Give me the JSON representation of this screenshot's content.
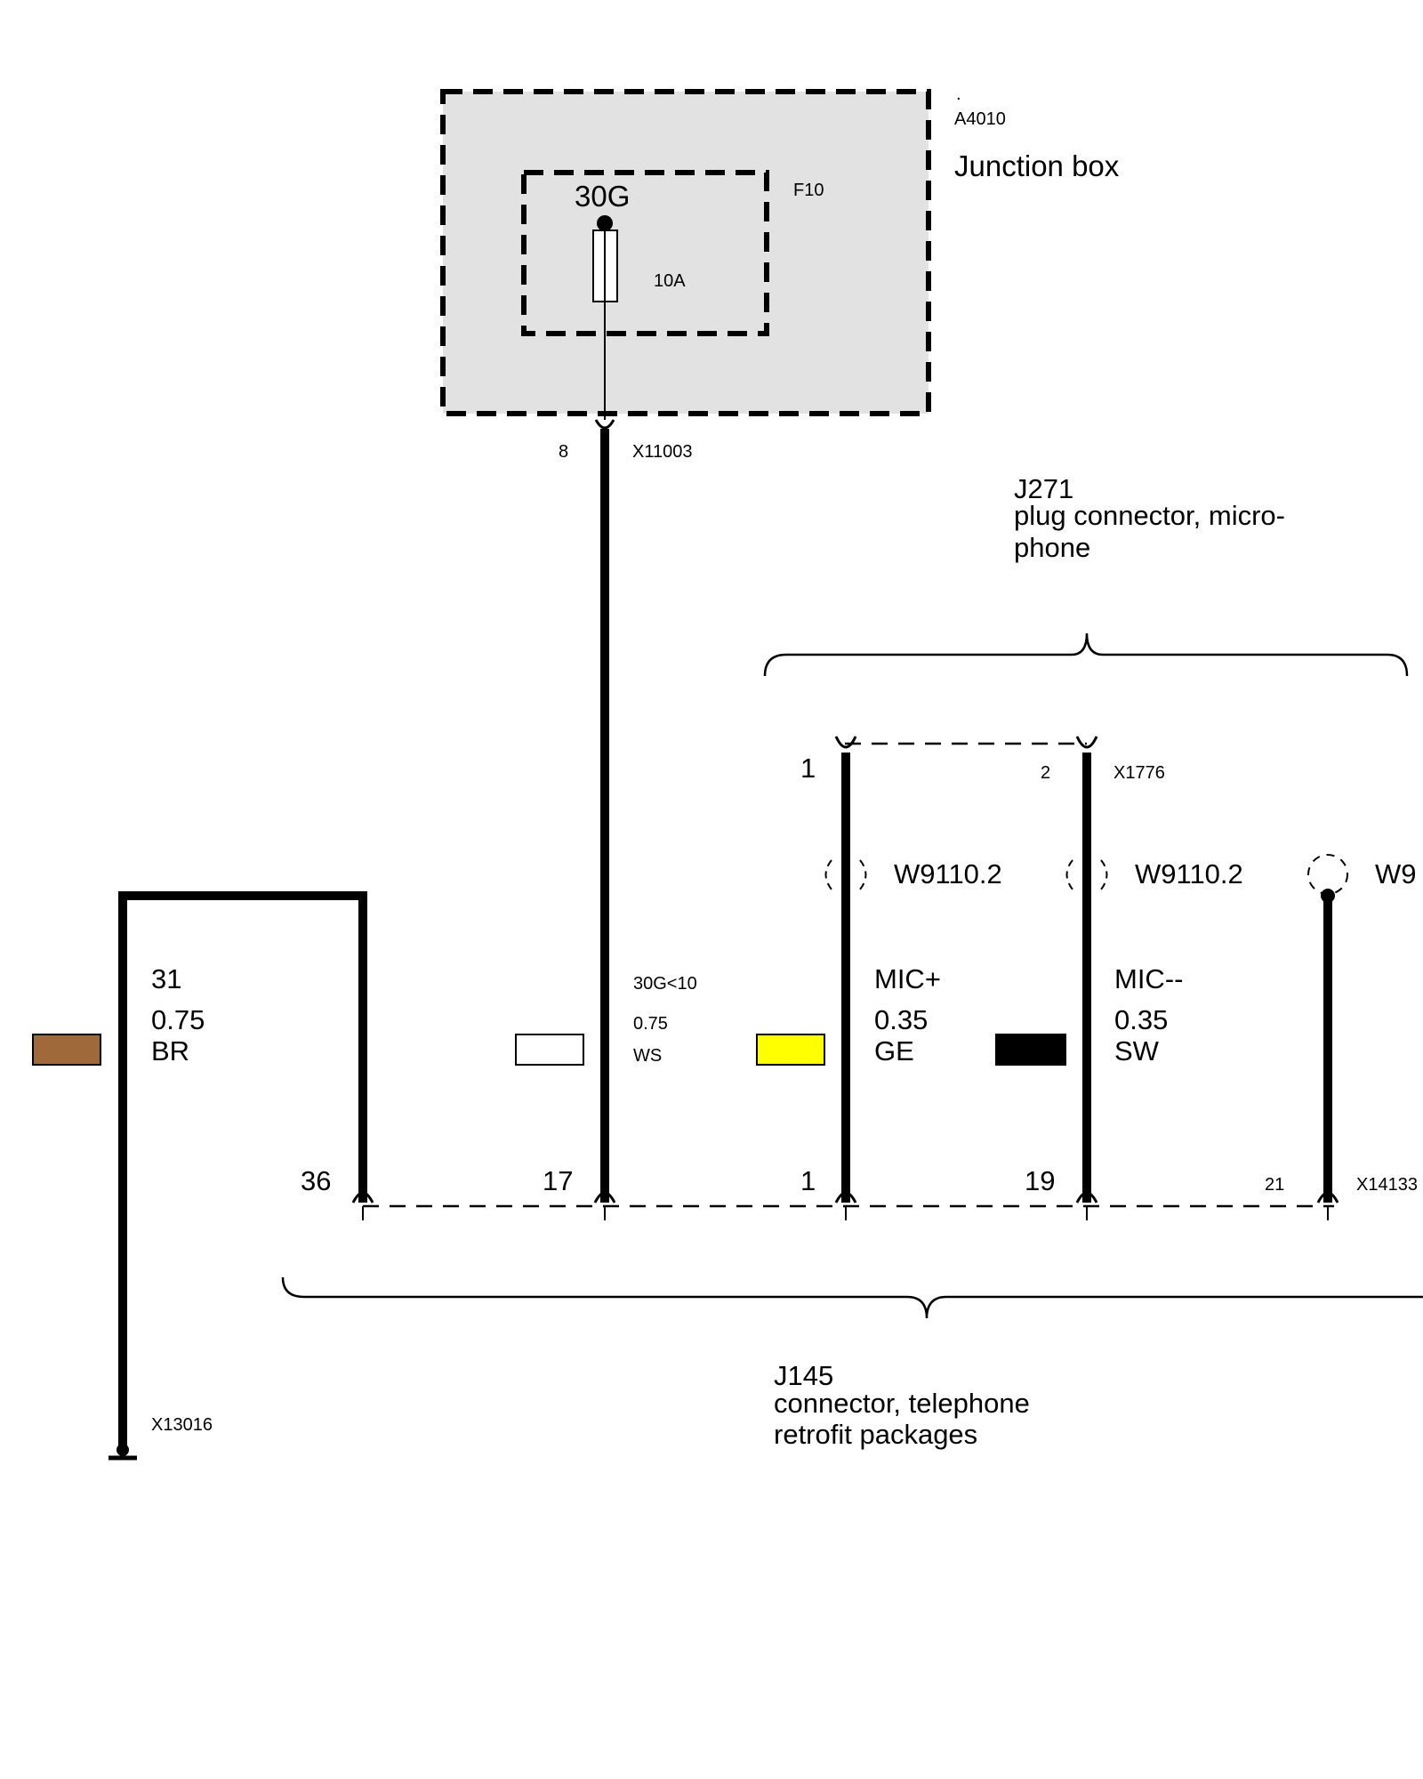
{
  "junction_box": {
    "dot_label": ".",
    "id": "A4010",
    "title": "Junction box",
    "fuse_id": "F10",
    "fuse_terminal": "30G",
    "fuse_rating": "10A",
    "background": "#e2e2e2"
  },
  "x11003": {
    "pin": "8",
    "id": "X11003"
  },
  "j271": {
    "id": "J271",
    "line1": "plug connector, micro-",
    "line2": "phone"
  },
  "x1776": {
    "pin1": "1",
    "pin2": "2",
    "id": "X1776"
  },
  "wires": {
    "ground": {
      "line1": "31",
      "line2": "0.75",
      "line3": "BR",
      "color": "#a0693a"
    },
    "supply": {
      "line1": "30G<10",
      "line2": "0.75",
      "line3": "WS",
      "color": "#ffffff"
    },
    "mic_pos": {
      "line1": "MIC+",
      "line2": "0.35",
      "line3": "GE",
      "color": "#ffff00",
      "shield": "W9110.2"
    },
    "mic_neg": {
      "line1": "MIC--",
      "line2": "0.35",
      "line3": "SW",
      "color": "#000000",
      "shield": "W9110.2"
    },
    "third": {
      "shield": "W9"
    }
  },
  "x14133": {
    "pin_36": "36",
    "pin_17": "17",
    "pin_1": "1",
    "pin_19": "19",
    "pin_21": "21",
    "id": "X14133"
  },
  "j145": {
    "id": "J145",
    "line1": "connector, telephone",
    "line2": "retrofit packages"
  },
  "ground_point": {
    "id": "X13016"
  }
}
